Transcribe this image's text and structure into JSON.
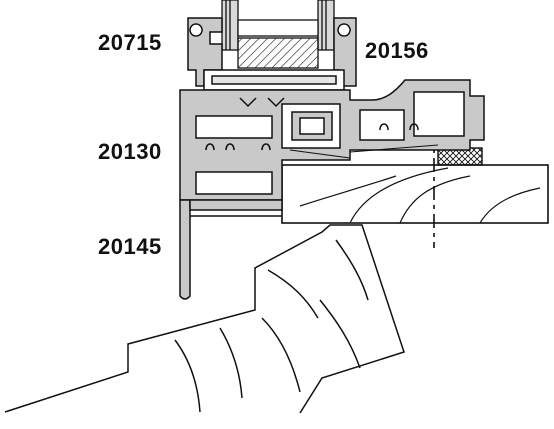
{
  "labels": {
    "part_20715": "20715",
    "part_20156": "20156",
    "part_20130": "20130",
    "part_20145": "20145"
  },
  "colors": {
    "metal_fill": "#c9c9c9",
    "line": "#111111",
    "glass_fill": "#bdbdbd",
    "background": "#ffffff"
  }
}
